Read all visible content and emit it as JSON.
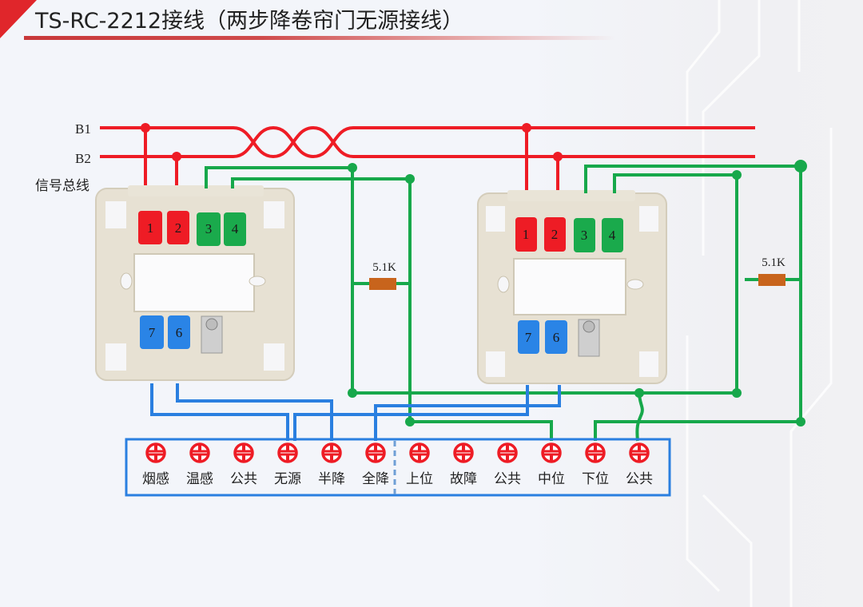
{
  "title": "TS-RC-2212接线（两步降卷帘门无源接线）",
  "colors": {
    "accent": "#e0262b",
    "bus_red": "#ee1c25",
    "wire_green": "#17a84b",
    "wire_blue": "#2a7fe0",
    "terminal_red": "#ee1c25",
    "resistor": "#c8641c"
  },
  "bus": {
    "b1_label": "B1",
    "b2_label": "B2",
    "signal_bus_label": "信号总线"
  },
  "modules": [
    {
      "name": "left-module",
      "top_terminals": [
        {
          "label": "1",
          "color": "#ee1c25"
        },
        {
          "label": "2",
          "color": "#ee1c25"
        },
        {
          "label": "3",
          "color": "#1aaa4c"
        },
        {
          "label": "4",
          "color": "#1aaa4c"
        }
      ],
      "bottom_terminals": [
        {
          "label": "7",
          "color": "#2a84e6"
        },
        {
          "label": "6",
          "color": "#2a84e6"
        }
      ]
    },
    {
      "name": "right-module",
      "top_terminals": [
        {
          "label": "1",
          "color": "#ee1c25"
        },
        {
          "label": "2",
          "color": "#ee1c25"
        },
        {
          "label": "3",
          "color": "#1aaa4c"
        },
        {
          "label": "4",
          "color": "#1aaa4c"
        }
      ],
      "bottom_terminals": [
        {
          "label": "7",
          "color": "#2a84e6"
        },
        {
          "label": "6",
          "color": "#2a84e6"
        }
      ]
    }
  ],
  "resistors": [
    {
      "label": "5.1K"
    },
    {
      "label": "5.1K"
    }
  ],
  "controller_terminals": [
    {
      "label": "烟感",
      "icon": "terminal-screw-icon"
    },
    {
      "label": "温感",
      "icon": "terminal-screw-icon"
    },
    {
      "label": "公共",
      "icon": "terminal-screw-icon"
    },
    {
      "label": "无源",
      "icon": "terminal-screw-icon"
    },
    {
      "label": "半降",
      "icon": "terminal-screw-icon"
    },
    {
      "label": "全降",
      "icon": "terminal-screw-icon"
    },
    {
      "label": "上位",
      "icon": "terminal-screw-icon"
    },
    {
      "label": "故障",
      "icon": "terminal-screw-icon"
    },
    {
      "label": "公共",
      "icon": "terminal-screw-icon"
    },
    {
      "label": "中位",
      "icon": "terminal-screw-icon"
    },
    {
      "label": "下位",
      "icon": "terminal-screw-icon"
    },
    {
      "label": "公共",
      "icon": "terminal-screw-icon"
    }
  ]
}
